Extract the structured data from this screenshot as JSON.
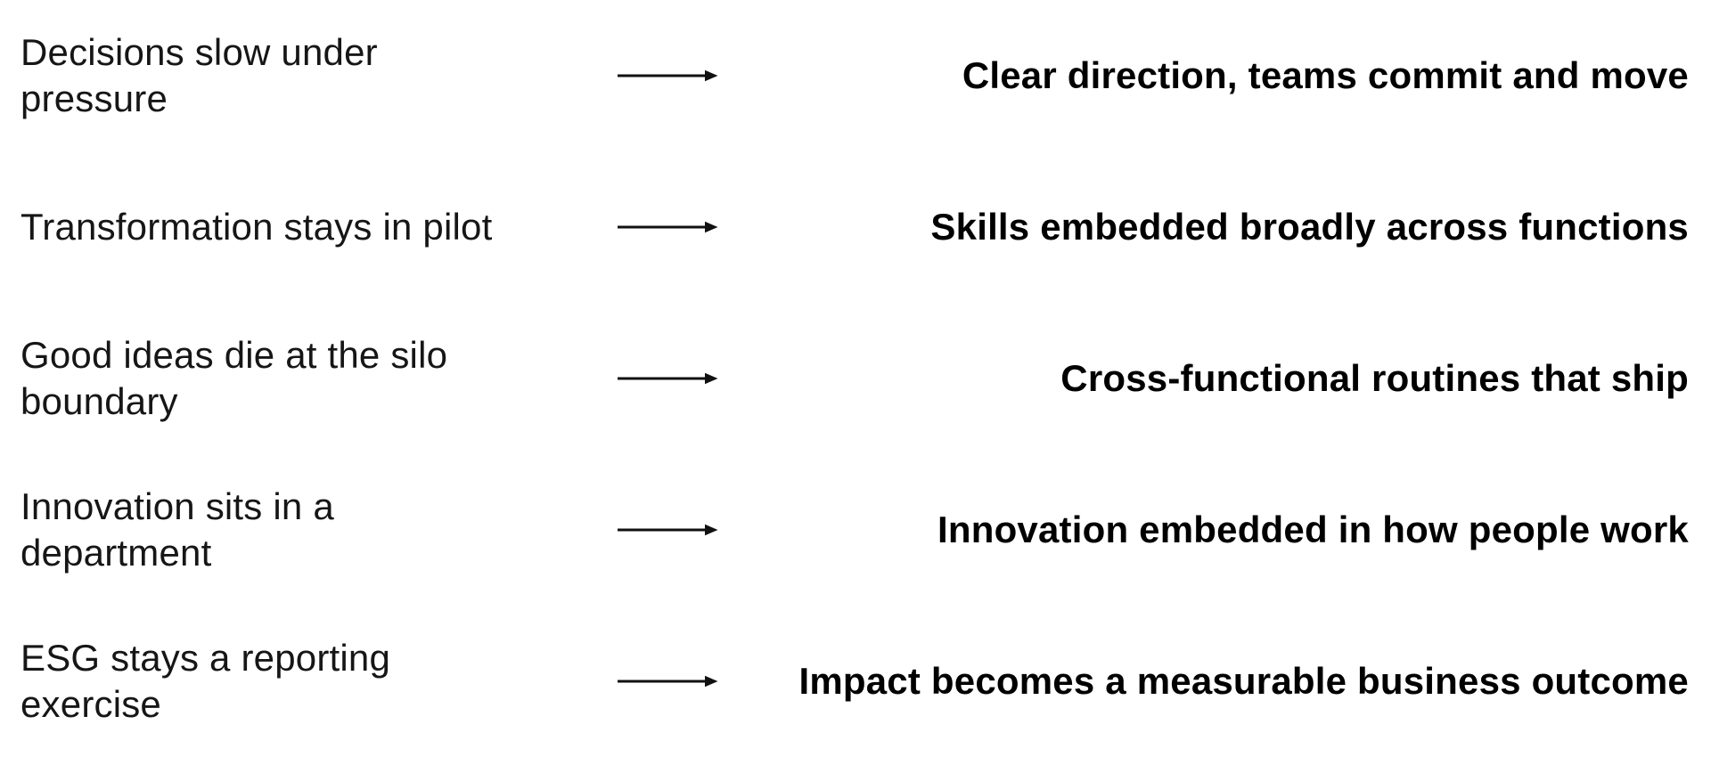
{
  "page": {
    "background_color": "#ffffff",
    "before_text_color": "#161616",
    "after_text_color": "#000000",
    "arrow_color": "#111111",
    "arrow_icon": "→"
  },
  "rows": [
    {
      "before": "Decisions slow under\npressure",
      "after": "Clear direction, teams commit and move"
    },
    {
      "before": "Transformation stays in pilot",
      "after": "Skills embedded broadly across functions"
    },
    {
      "before": "Good ideas die at the silo\nboundary",
      "after": "Cross-functional routines that ship"
    },
    {
      "before": "Innovation sits in a\ndepartment",
      "after": "Innovation embedded in how people work"
    },
    {
      "before": "ESG stays a reporting\nexercise",
      "after": "Impact becomes a measurable business outcome"
    }
  ]
}
